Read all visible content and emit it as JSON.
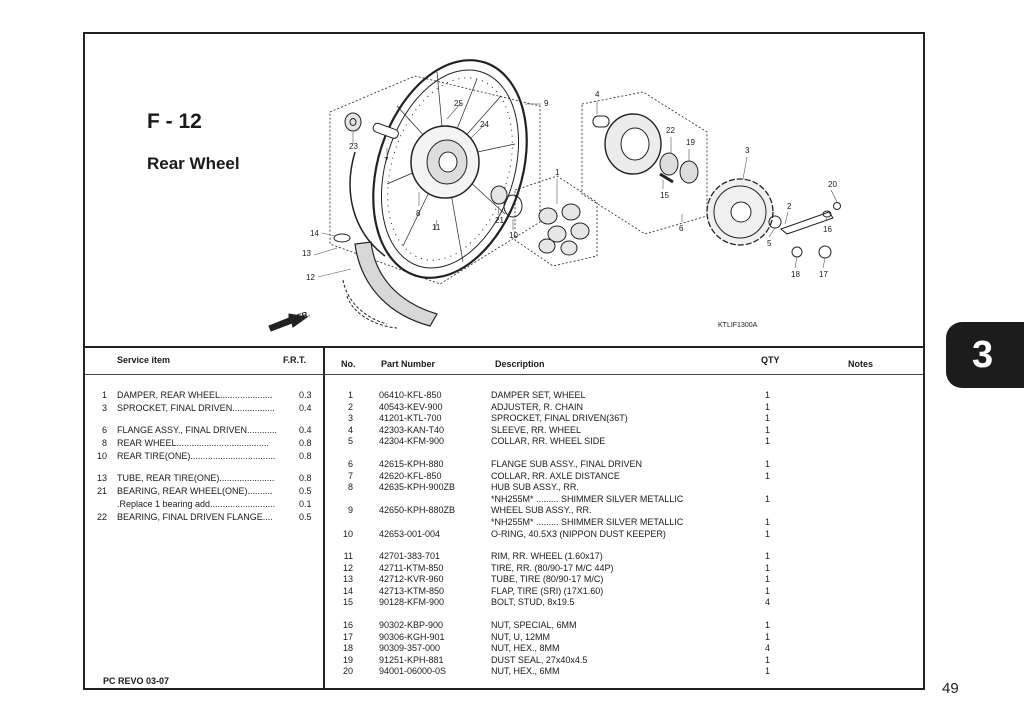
{
  "page": {
    "figure_code": "F - 12",
    "title": "Rear Wheel",
    "chapter": "3",
    "page_number": "49",
    "footer": "PC REVO   03-07",
    "diagram_ref": "KTLIF1300A",
    "fr_label": "FR."
  },
  "callouts": [
    "25",
    "9",
    "24",
    "23",
    "7",
    "8",
    "11",
    "21",
    "10",
    "14",
    "13",
    "12",
    "1",
    "4",
    "22",
    "19",
    "3",
    "20",
    "15",
    "6",
    "2",
    "16",
    "5",
    "18",
    "17"
  ],
  "service_table": {
    "headers": {
      "item": "Service item",
      "frt": "F.R.T."
    },
    "rows": [
      {
        "no": "1",
        "item": "DAMPER, REAR WHEEL.....................",
        "frt": "0.3"
      },
      {
        "no": "3",
        "item": "SPROCKET, FINAL DRIVEN.................",
        "frt": "0.4"
      },
      {
        "no": "6",
        "item": "FLANGE ASSY., FINAL DRIVEN............",
        "frt": "0.4"
      },
      {
        "no": "8",
        "item": "REAR WHEEL.....................................",
        "frt": "0.8"
      },
      {
        "no": "10",
        "item": "REAR TIRE(ONE)..................................",
        "frt": "0.8"
      },
      {
        "no": "13",
        "item": "TUBE, REAR TIRE(ONE)......................",
        "frt": "0.8"
      },
      {
        "no": "21",
        "item": "BEARING, REAR WHEEL(ONE)..........",
        "frt": "0.5"
      },
      {
        "no": "",
        "item": ".Replace 1 bearing add..........................",
        "frt": "0.1"
      },
      {
        "no": "22",
        "item": "BEARING, FINAL DRIVEN FLANGE....",
        "frt": "0.5"
      }
    ]
  },
  "parts_table": {
    "headers": {
      "no": "No.",
      "part_number": "Part Number",
      "description": "Description",
      "qty": "QTY",
      "notes": "Notes"
    },
    "rows": [
      {
        "no": "1",
        "part": "06410-KFL-850",
        "desc": "DAMPER SET, WHEEL",
        "qty": "1"
      },
      {
        "no": "2",
        "part": "40543-KEV-900",
        "desc": "ADJUSTER, R. CHAIN",
        "qty": "1"
      },
      {
        "no": "3",
        "part": "41201-KTL-700",
        "desc": "SPROCKET, FINAL DRIVEN(36T)",
        "qty": "1"
      },
      {
        "no": "4",
        "part": "42303-KAN-T40",
        "desc": "SLEEVE, RR. WHEEL",
        "qty": "1"
      },
      {
        "no": "5",
        "part": "42304-KFM-900",
        "desc": "COLLAR, RR. WHEEL SIDE",
        "qty": "1"
      },
      {
        "no": "6",
        "part": "42615-KPH-880",
        "desc": "FLANGE SUB ASSY., FINAL DRIVEN",
        "qty": "1"
      },
      {
        "no": "7",
        "part": "42620-KFL-850",
        "desc": "COLLAR, RR. AXLE DISTANCE",
        "qty": "1"
      },
      {
        "no": "8",
        "part": "42635-KPH-900ZB",
        "desc": "HUB SUB ASSY., RR.",
        "qty": ""
      },
      {
        "no": "",
        "part": "",
        "desc": "*NH255M* ......... SHIMMER SILVER METALLIC",
        "qty": "1"
      },
      {
        "no": "9",
        "part": "42650-KPH-880ZB",
        "desc": "WHEEL SUB ASSY., RR.",
        "qty": ""
      },
      {
        "no": "",
        "part": "",
        "desc": "*NH255M* ......... SHIMMER SILVER METALLIC",
        "qty": "1"
      },
      {
        "no": "10",
        "part": "42653-001-004",
        "desc": "O-RING, 40.5X3 (NIPPON DUST KEEPER)",
        "qty": "1"
      },
      {
        "no": "11",
        "part": "42701-383-701",
        "desc": "RIM, RR. WHEEL (1.60x17)",
        "qty": "1"
      },
      {
        "no": "12",
        "part": "42711-KTM-850",
        "desc": "TIRE, RR. (80/90-17 M/C 44P)",
        "qty": "1"
      },
      {
        "no": "13",
        "part": "42712-KVR-960",
        "desc": "TUBE, TIRE (80/90-17 M/C)",
        "qty": "1"
      },
      {
        "no": "14",
        "part": "42713-KTM-850",
        "desc": "FLAP, TIRE (SRI) (17X1.60)",
        "qty": "1"
      },
      {
        "no": "15",
        "part": "90128-KFM-900",
        "desc": "BOLT, STUD, 8x19.5",
        "qty": "4"
      },
      {
        "no": "16",
        "part": "90302-KBP-900",
        "desc": "NUT, SPECIAL, 6MM",
        "qty": "1"
      },
      {
        "no": "17",
        "part": "90306-KGH-901",
        "desc": "NUT, U, 12MM",
        "qty": "1"
      },
      {
        "no": "18",
        "part": "90309-357-000",
        "desc": "NUT, HEX., 8MM",
        "qty": "4"
      },
      {
        "no": "19",
        "part": "91251-KPH-881",
        "desc": "DUST SEAL, 27x40x4.5",
        "qty": "1"
      },
      {
        "no": "20",
        "part": "94001-06000-0S",
        "desc": "NUT, HEX., 6MM",
        "qty": "1"
      }
    ]
  }
}
